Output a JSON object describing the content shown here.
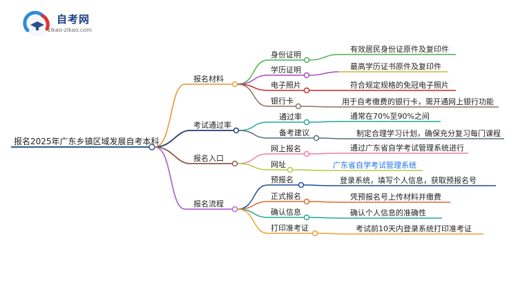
{
  "header": {
    "logo_icon": "graduation-cap-logo-icon",
    "title": "自考网",
    "url_text": "zikao-zikao.com"
  },
  "mindmap": {
    "root": "报名2025年广东乡镇区域发展自考本科",
    "branches": [
      {
        "label": "报名材料",
        "color": "#e8a04a",
        "children": [
          {
            "label": "身份证明",
            "detail": "有效居民身份证原件及复印件",
            "color": "#4caf50"
          },
          {
            "label": "学历证明",
            "detail": "最高学历证书原件及复印件",
            "color": "#ab47bc"
          },
          {
            "label": "电子照片",
            "detail": "符合规定规格的免冠电子照片",
            "color": "#c62828"
          },
          {
            "label": "银行卡",
            "detail": "用于自考缴费的银行卡，需开通网上银行功能",
            "color": "#8d6e63"
          }
        ]
      },
      {
        "label": "考试通过率",
        "color": "#1e3a6e",
        "children": [
          {
            "label": "通过率",
            "detail": "通常在70%至90%之间",
            "color": "#26a69a"
          },
          {
            "label": "备考建议",
            "detail": "制定合理学习计划，确保充分复习每门课程",
            "color": "#546e7a"
          }
        ]
      },
      {
        "label": "报名入口",
        "color": "#8d5a4a",
        "children": [
          {
            "label": "网上报名",
            "detail": "通过广东省自学考试管理系统进行",
            "color": "#ec7fa6"
          },
          {
            "label": "网址",
            "detail": "广东省自学考试管理系统",
            "color": "#b5c93a"
          }
        ]
      },
      {
        "label": "报名流程",
        "color": "#b06ac9",
        "children": [
          {
            "label": "预报名",
            "detail": "登录系统，填写个人信息，获取预报名号",
            "color": "#1e4a9a"
          },
          {
            "label": "正式报名",
            "detail": "凭预报名号上传材料并缴费",
            "color": "#e06a2a"
          },
          {
            "label": "确认信息",
            "detail": "确认个人信息的准确性",
            "color": "#26a69a"
          },
          {
            "label": "打印准考证",
            "detail": "考试前10天内登录系统打印准考证",
            "color": "#f0a030"
          }
        ]
      }
    ]
  }
}
